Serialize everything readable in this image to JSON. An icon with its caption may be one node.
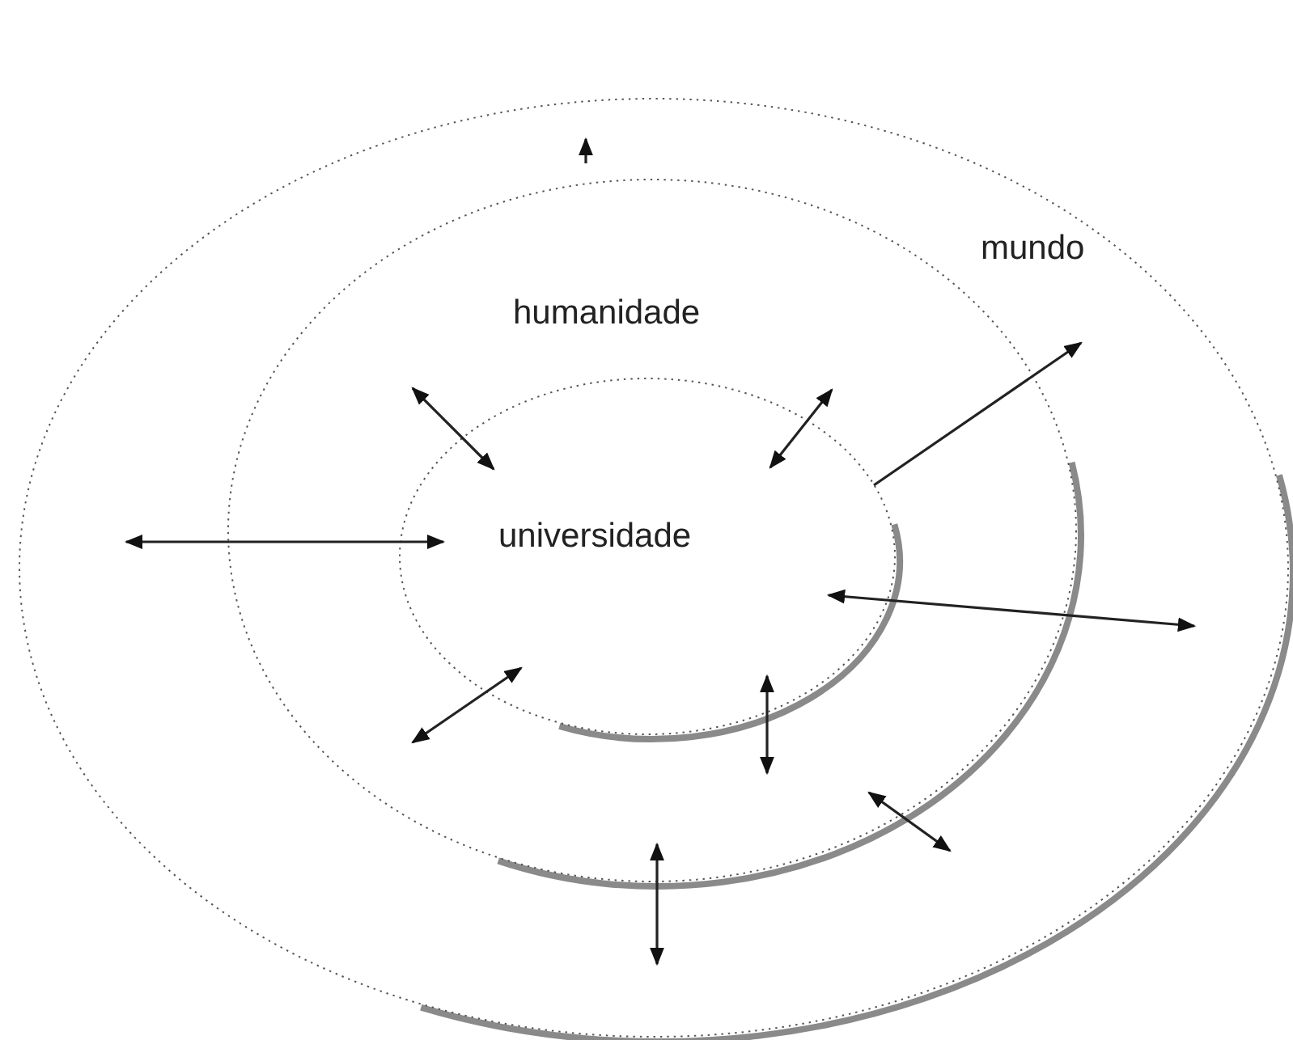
{
  "diagram": {
    "nodes": [
      {
        "text": [
          "mundo"
        ]
      },
      {
        "text": [
          "humanidade"
        ],
        "in": 0
      },
      {
        "text": [
          "universidade"
        ],
        "in": 1
      }
    ]
  }
}
